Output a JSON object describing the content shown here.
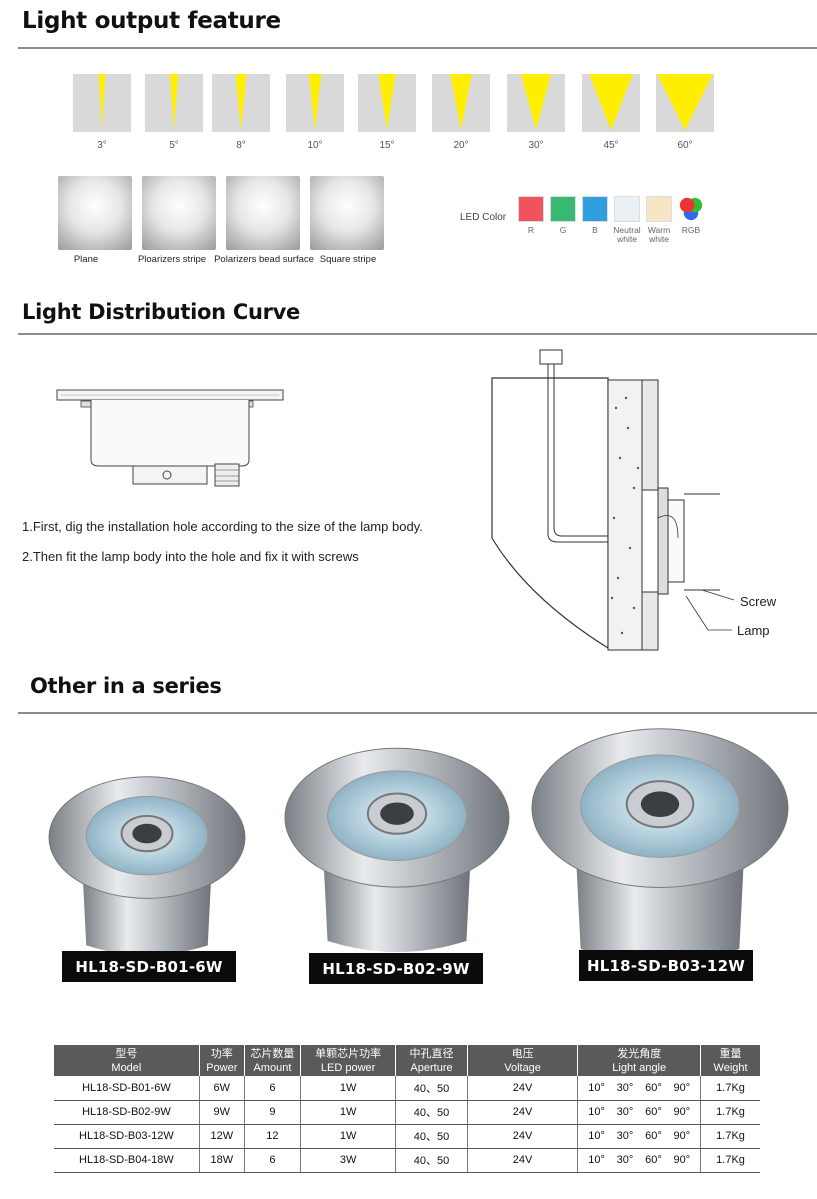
{
  "sections": {
    "light_output": "Light output feature",
    "distribution": "Light Distribution Curve",
    "series": "Other in a series"
  },
  "beam_angles": [
    "3°",
    "5°",
    "8°",
    "10°",
    "15°",
    "20°",
    "30°",
    "45°",
    "60°"
  ],
  "beam_color": "#ffee00",
  "lenses": [
    "Plane",
    "Ploarizers stripe",
    "Polarizers bead surface",
    "Square stripe"
  ],
  "led": {
    "title": "LED Color",
    "colors": [
      {
        "label": "R",
        "hex": "#f0535e"
      },
      {
        "label": "G",
        "hex": "#39b873"
      },
      {
        "label": "B",
        "hex": "#2f9fe0"
      },
      {
        "label": "Neutral white",
        "hex": "#e9f0f6"
      },
      {
        "label": "Warm white",
        "hex": "#f6e6c6"
      },
      {
        "label": "RGB",
        "hex": "#ffffff"
      }
    ]
  },
  "install": {
    "step1": "1.First, dig the installation hole according to the size of the lamp body.",
    "step2": "2.Then fit the lamp body into the hole and fix it with screws",
    "screw": "Screw",
    "lamp": "Lamp"
  },
  "products": [
    "HL18-SD-B01-6W",
    "HL18-SD-B02-9W",
    "HL18-SD-B03-12W"
  ],
  "table": {
    "headers": [
      {
        "cn": "型号",
        "en": "Model"
      },
      {
        "cn": "功率",
        "en": "Power"
      },
      {
        "cn": "芯片数量",
        "en": "Amount"
      },
      {
        "cn": "单颗芯片功率",
        "en": "LED power"
      },
      {
        "cn": "中孔直径",
        "en": "Aperture"
      },
      {
        "cn": "电压",
        "en": "Voltage"
      },
      {
        "cn": "发光角度",
        "en": "Light angle"
      },
      {
        "cn": "重量",
        "en": "Weight"
      }
    ],
    "rows": [
      {
        "model": "HL18-SD-B01-6W",
        "power": "6W",
        "amount": "6",
        "led": "1W",
        "aperture": "40、50",
        "voltage": "24V",
        "angles": [
          "10°",
          "30°",
          "60°",
          "90°"
        ],
        "weight": "1.7Kg"
      },
      {
        "model": "HL18-SD-B02-9W",
        "power": "9W",
        "amount": "9",
        "led": "1W",
        "aperture": "40、50",
        "voltage": "24V",
        "angles": [
          "10°",
          "30°",
          "60°",
          "90°"
        ],
        "weight": "1.7Kg"
      },
      {
        "model": "HL18-SD-B03-12W",
        "power": "12W",
        "amount": "12",
        "led": "1W",
        "aperture": "40、50",
        "voltage": "24V",
        "angles": [
          "10°",
          "30°",
          "60°",
          "90°"
        ],
        "weight": "1.7Kg"
      },
      {
        "model": "HL18-SD-B04-18W",
        "power": "18W",
        "amount": "6",
        "led": "3W",
        "aperture": "40、50",
        "voltage": "24V",
        "angles": [
          "10°",
          "30°",
          "60°",
          "90°"
        ],
        "weight": "1.7Kg"
      }
    ]
  }
}
